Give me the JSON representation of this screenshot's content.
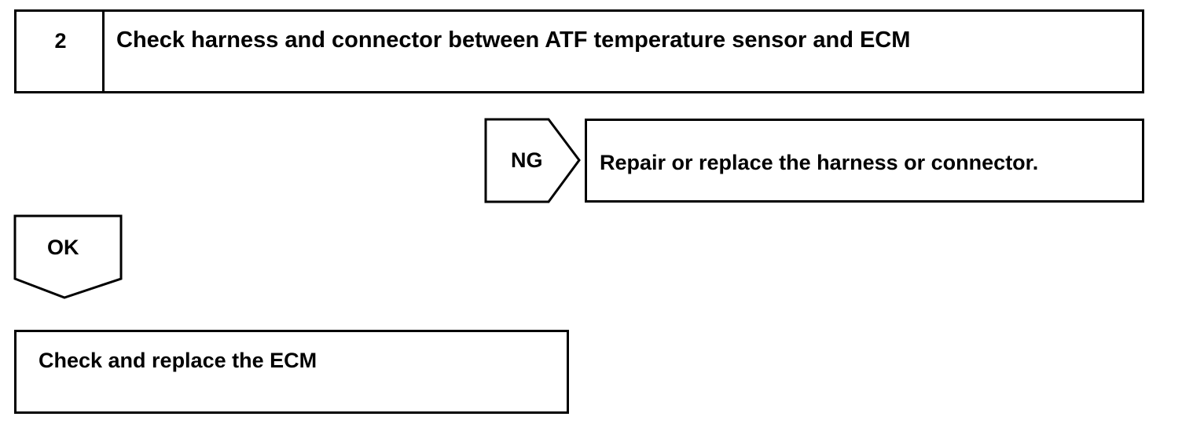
{
  "step": {
    "number": "2",
    "title": "Check harness and connector between ATF temperature sensor and ECM"
  },
  "ng_branch": {
    "label": "NG",
    "result": "Repair or replace the harness or connector."
  },
  "ok_branch": {
    "label": "OK",
    "result": "Check and replace the ECM"
  },
  "colors": {
    "line": "#000000",
    "background": "#ffffff"
  }
}
